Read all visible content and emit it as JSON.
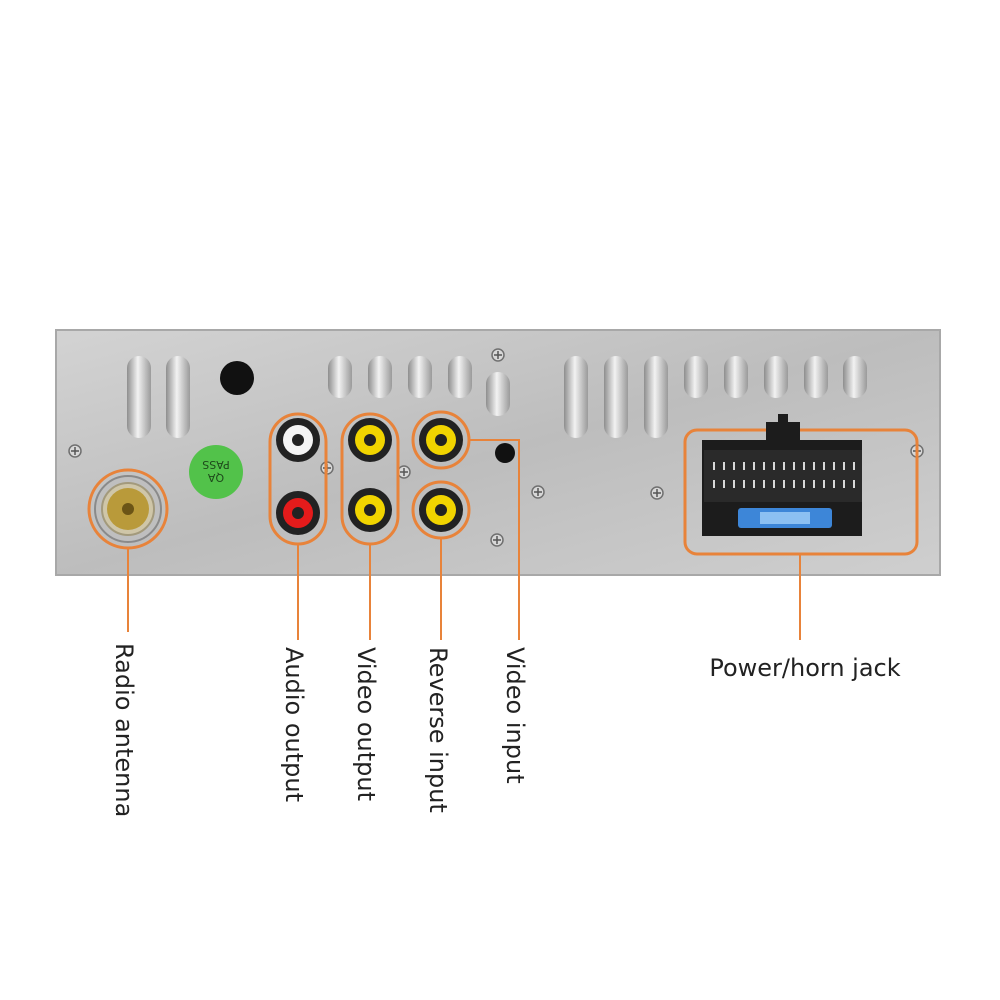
{
  "colors": {
    "panel": "#c9c9c9",
    "panel_edge": "#a8a8a8",
    "callout": "#e8833a",
    "rca_yellow": "#f1d400",
    "rca_red": "#e51b1b",
    "rca_white": "#f4f4f4",
    "fuse_blue": "#3d86d8",
    "badge_green": "#52c24a",
    "label_text": "#222222"
  },
  "badge": {
    "line1": "QA",
    "line2": "PASS"
  },
  "labels": {
    "radio_antenna": "Radio antenna",
    "audio_output": "Audio output",
    "video_output": "Video output",
    "reverse_input": "Reverse input",
    "video_input": "Video input",
    "power_horn_jack": "Power/horn jack"
  }
}
